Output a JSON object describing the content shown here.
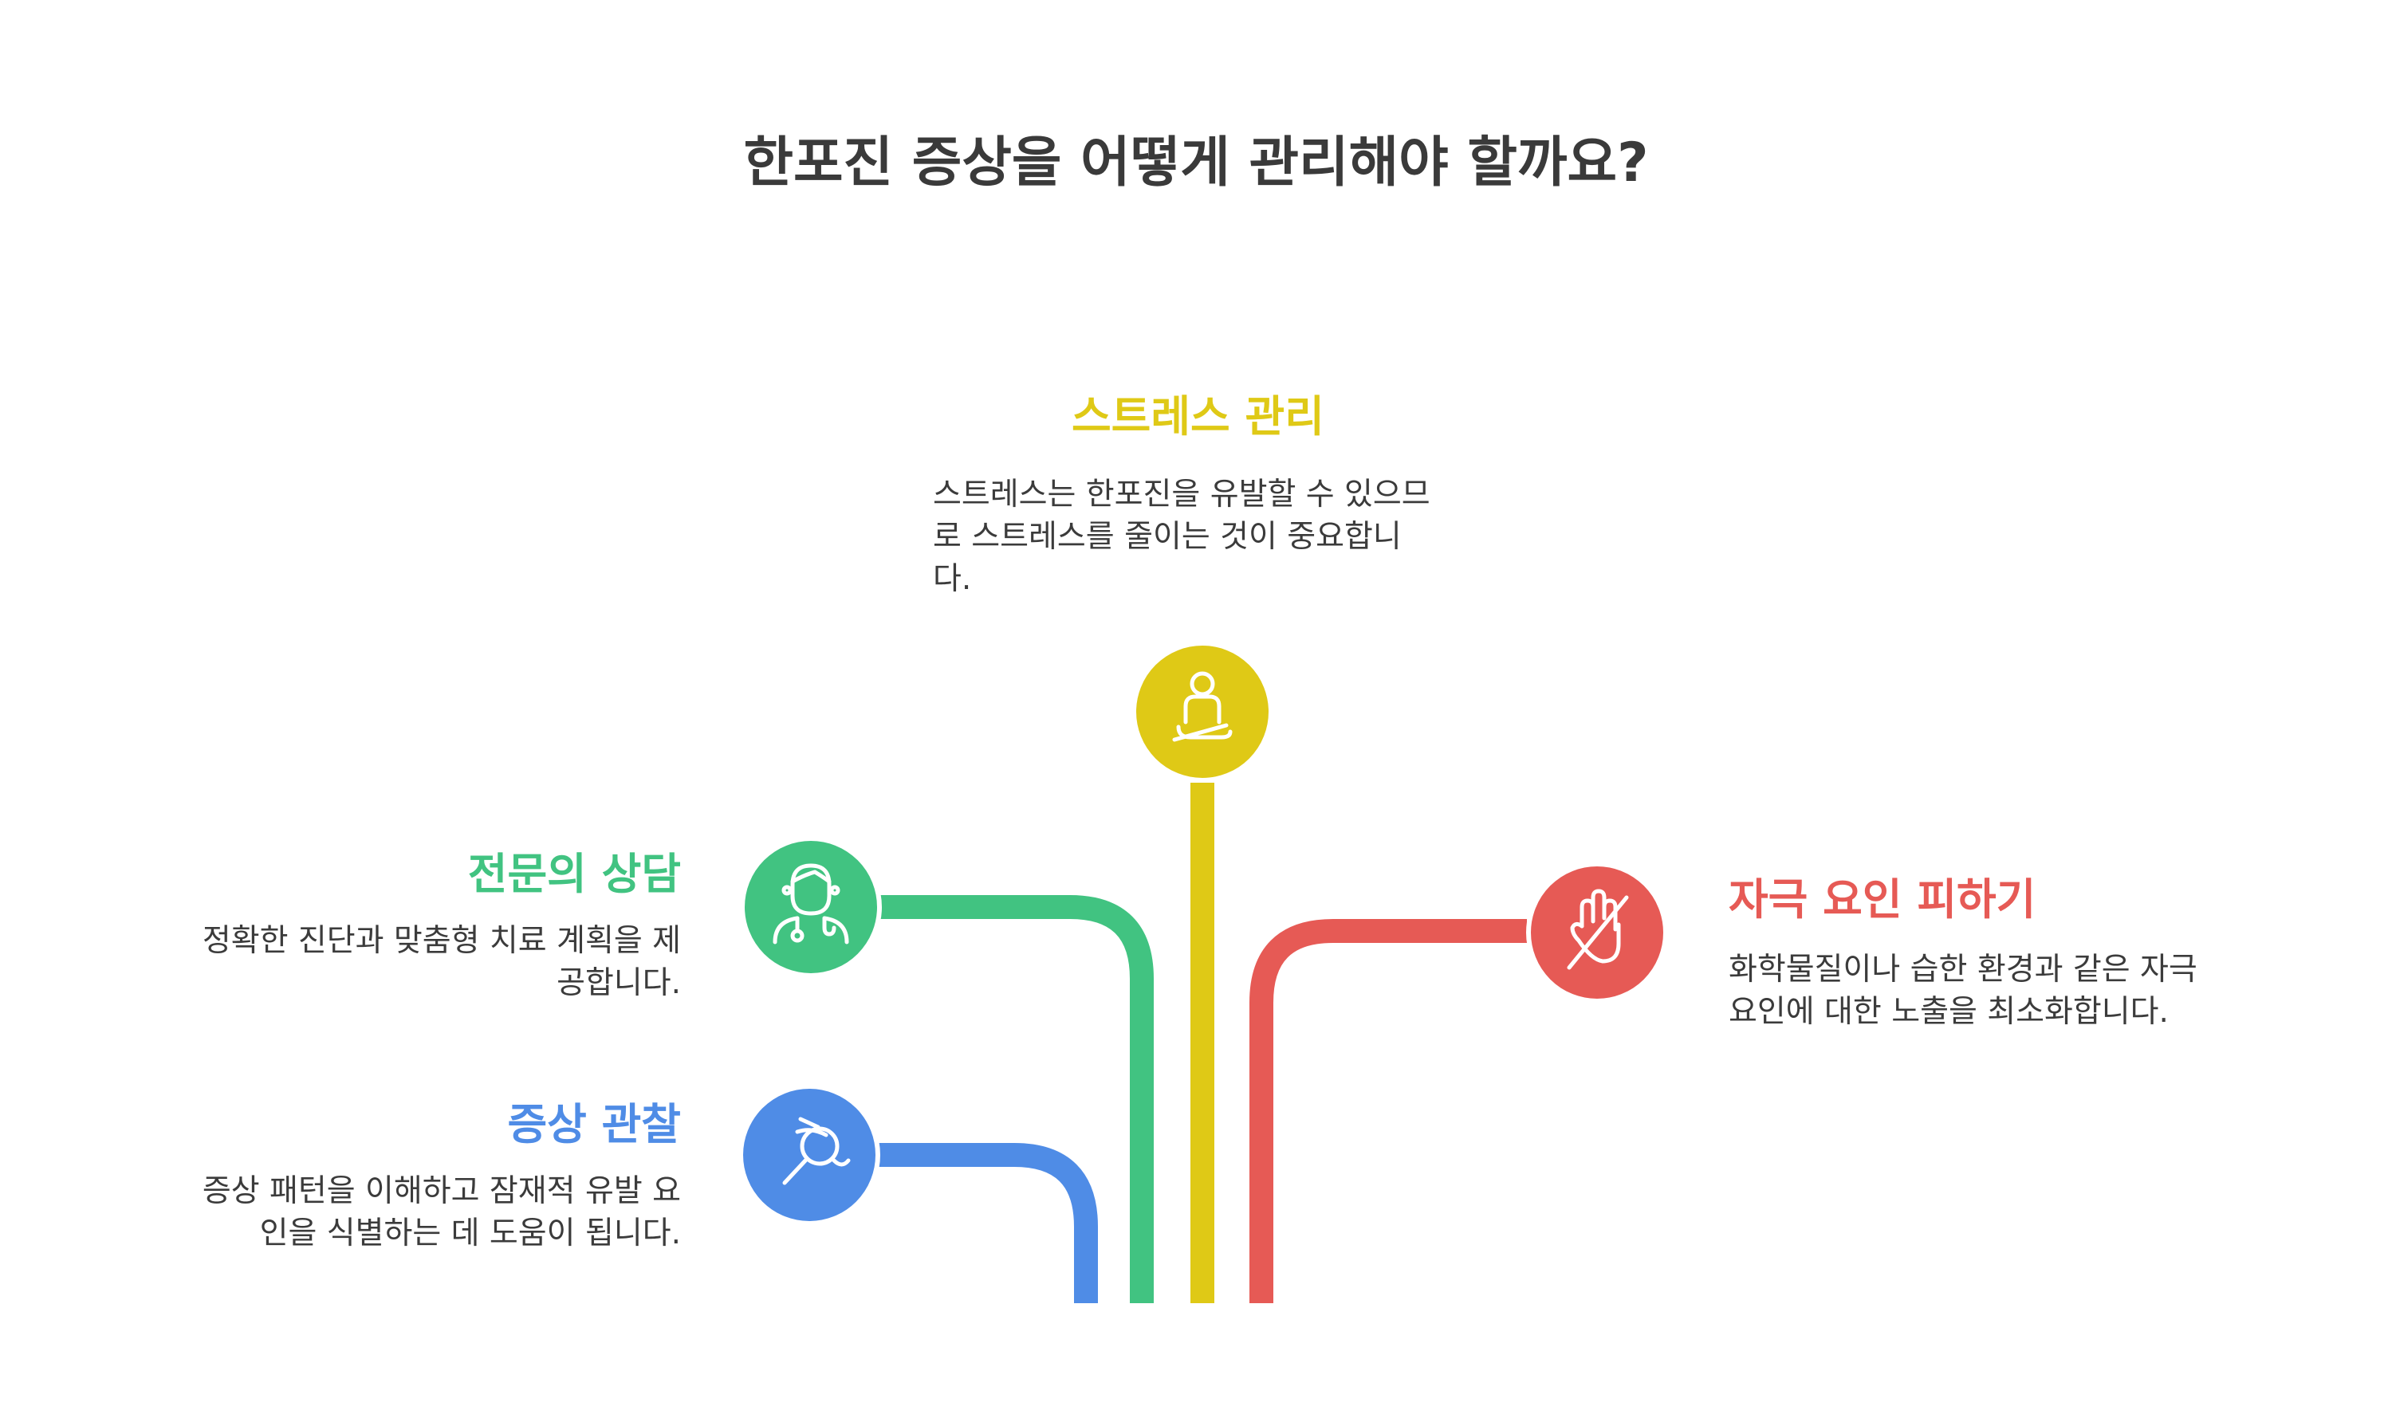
{
  "title": "한포진 증상을 어떻게 관리해야 할까요?",
  "colors": {
    "stress": "#dfc916",
    "consult": "#41c381",
    "observe": "#4f8ce6",
    "avoid": "#e65a55",
    "text": "#3b3b3b",
    "title": "#3a3a3a"
  },
  "items": {
    "stress": {
      "heading": "스트레스 관리",
      "description": "스트레스는 한포진을 유발할 수 있으므\n로 스트레스를 줄이는 것이 중요합니\n다.",
      "icon": "meditation-person-icon"
    },
    "consult": {
      "heading": "전문의 상담",
      "description": "정확한 진단과 맞춤형 치료 계획을 제\n공합니다.",
      "icon": "doctor-stethoscope-icon"
    },
    "observe": {
      "heading": "증상 관찰",
      "description": "증상 패턴을 이해하고 잠재적 유발 요\n인을 식별하는 데 도움이 됩니다.",
      "icon": "magnifying-glass-icon"
    },
    "avoid": {
      "heading": "자극 요인 피하기",
      "description": "화학물질이나 습한 환경과 같은 자극\n요인에 대한 노출을 최소화합니다.",
      "icon": "no-hand-icon"
    }
  }
}
